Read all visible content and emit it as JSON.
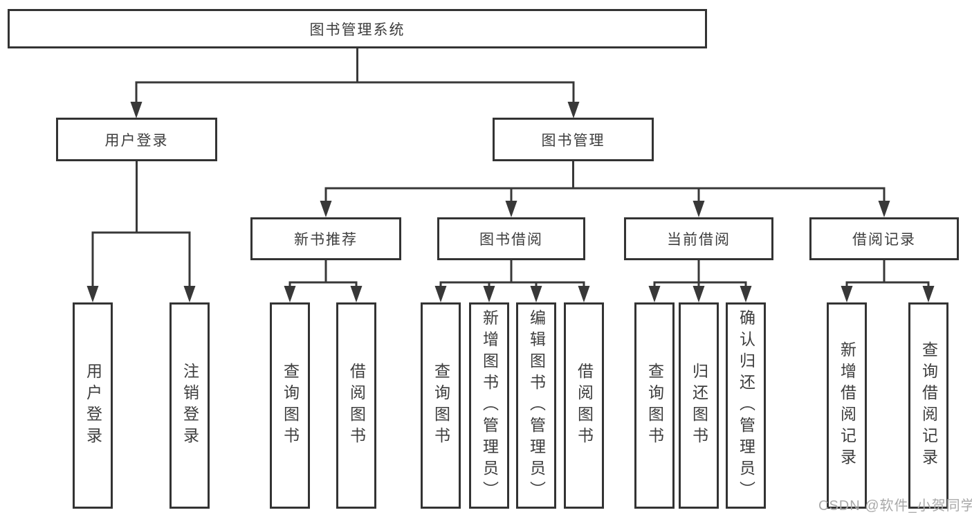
{
  "diagram": {
    "root": {
      "label": "图书管理系统"
    },
    "level2": [
      {
        "label": "用户登录",
        "children": [
          {
            "label": "用户登录"
          },
          {
            "label": "注销登录"
          }
        ]
      },
      {
        "label": "图书管理"
      }
    ],
    "level3": [
      {
        "label": "新书推荐",
        "children": [
          {
            "label": "查询图书"
          },
          {
            "label": "借阅图书"
          }
        ]
      },
      {
        "label": "图书借阅",
        "children": [
          {
            "label": "查询图书"
          },
          {
            "label": "新增图书（管理员）"
          },
          {
            "label": "编辑图书（管理员）"
          },
          {
            "label": "借阅图书"
          }
        ]
      },
      {
        "label": "当前借阅",
        "children": [
          {
            "label": "查询图书"
          },
          {
            "label": "归还图书"
          },
          {
            "label": "确认归还（管理员）"
          }
        ]
      },
      {
        "label": "借阅记录",
        "children": [
          {
            "label": "新增借阅记录"
          },
          {
            "label": "查询借阅记录"
          }
        ]
      }
    ],
    "colors": {
      "line": "#383838",
      "box_border": "#333333",
      "box_background": "#ffffff",
      "text": "#3d3d3d",
      "watermark": "#a9a9a9"
    }
  },
  "watermark": {
    "text": "CSDN @软件_小贺同学"
  }
}
